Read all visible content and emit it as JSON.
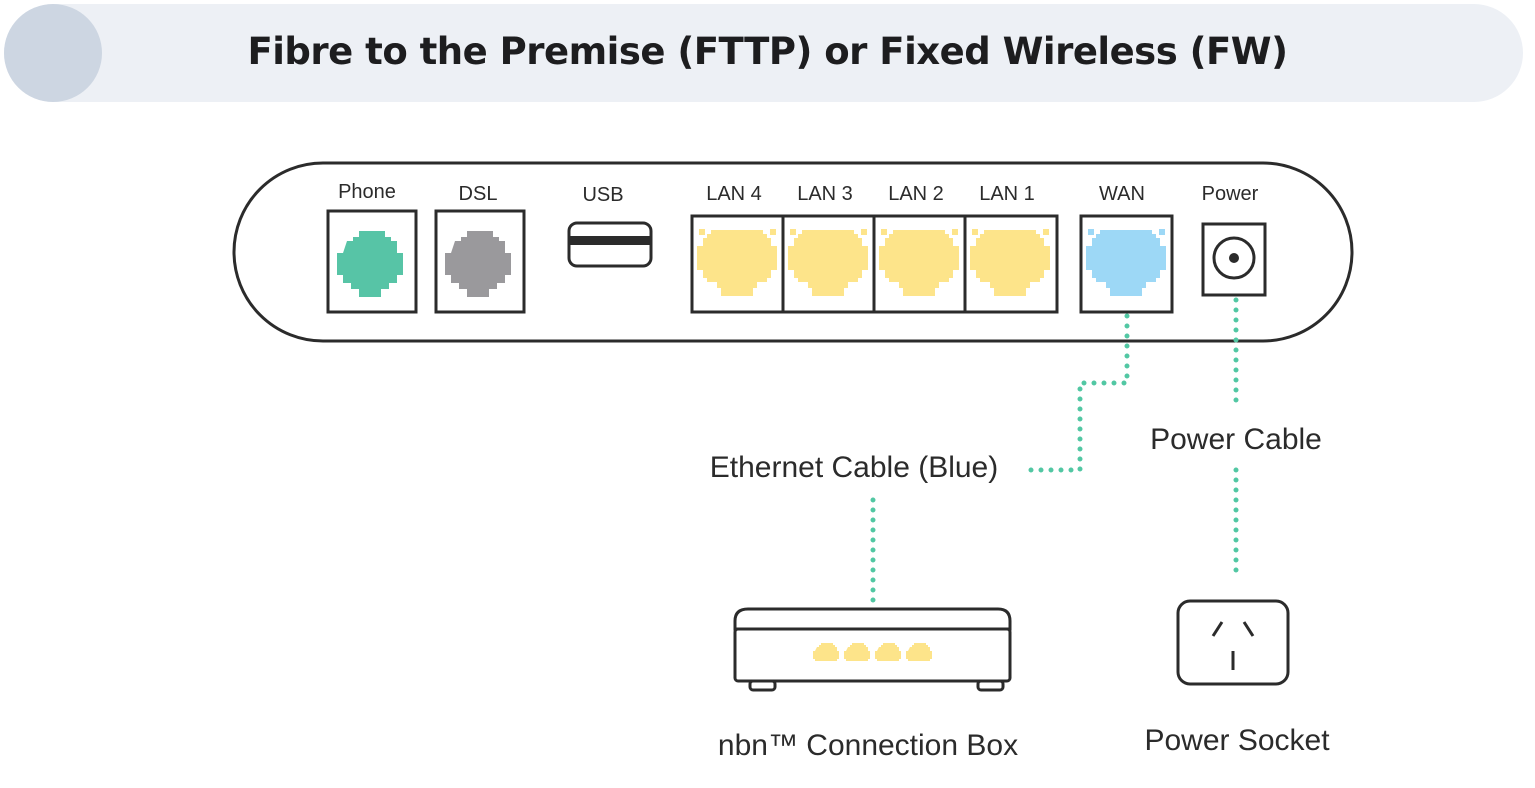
{
  "title": "Fibre to the Premise (FTTP) or Fixed Wireless (FW)",
  "router": {
    "ports": {
      "phone": "Phone",
      "dsl": "DSL",
      "usb": "USB",
      "lan4": "LAN 4",
      "lan3": "LAN 3",
      "lan2": "LAN 2",
      "lan1": "LAN 1",
      "wan": "WAN",
      "power": "Power"
    }
  },
  "labels": {
    "ethernet_cable": "Ethernet Cable (Blue)",
    "power_cable": "Power Cable",
    "nbn_box": "nbn™ Connection Box",
    "power_socket": "Power Socket"
  },
  "colors": {
    "phone_port": "#57c4a6",
    "dsl_port": "#9a999c",
    "lan_port": "#fde48a",
    "wan_port": "#9dd8f6",
    "cable_dots": "#52c7a3",
    "outline": "#2b2b2b",
    "banner": "#edf0f5",
    "banner_dot": "#cdd6e2"
  }
}
